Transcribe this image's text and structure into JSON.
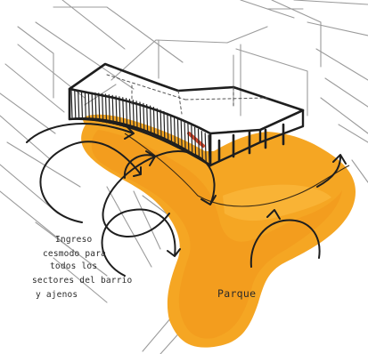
{
  "annotation": {
    "lines": [
      "Ingreso",
      "cesmodo para",
      "todos los",
      "sectores del barrio",
      "y ajenos"
    ]
  },
  "park_label": "Parque",
  "colors": {
    "park_fill": "#f5a623",
    "park_dark": "#e8851a",
    "park_light": "#fbbd45",
    "ink": "#1e1e1e",
    "pencil": "#9a9a9a"
  }
}
